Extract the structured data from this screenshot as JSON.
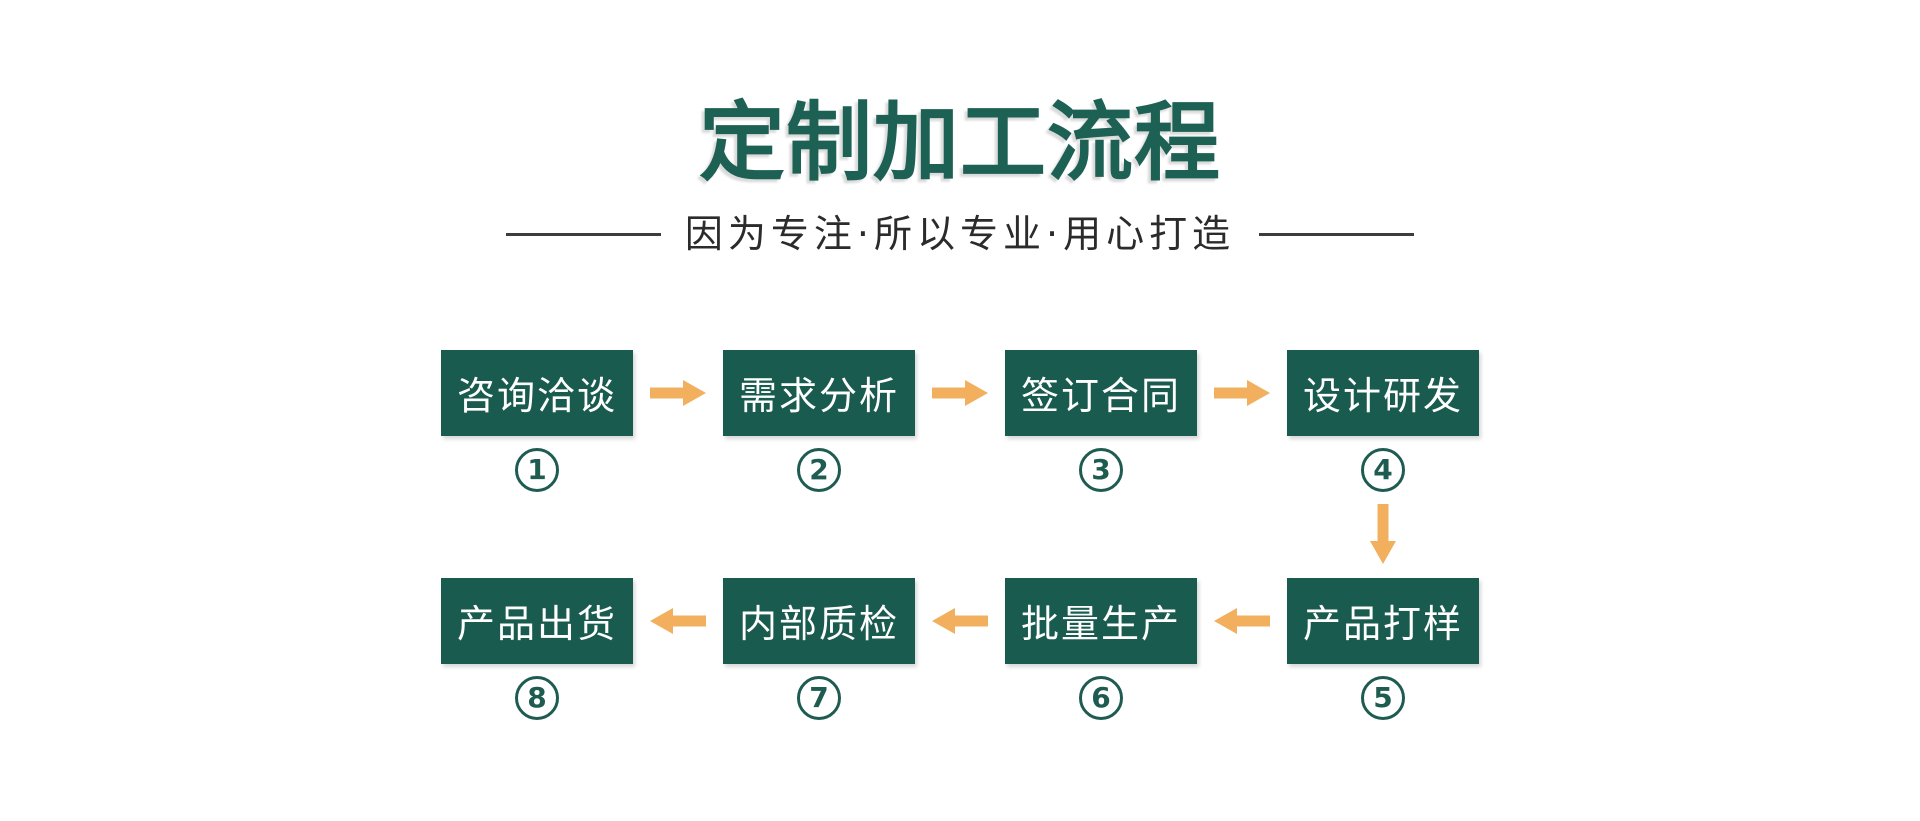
{
  "header": {
    "title": "定制加工流程",
    "subtitle": "因为专注·所以专业·用心打造"
  },
  "colors": {
    "title_green": "#1D6054",
    "box_green": "#1A5B4F",
    "circle_green": "#1E5B50",
    "arrow_orange": "#F2B05E",
    "subtitle_text": "#2B2B2B",
    "rule_gray": "#3D3D3D",
    "page_bg": "#FFFFFF"
  },
  "flow": {
    "rows": [
      {
        "direction": "right",
        "steps": [
          {
            "label": "咨询洽谈",
            "number": "1"
          },
          {
            "label": "需求分析",
            "number": "2"
          },
          {
            "label": "签订合同",
            "number": "3"
          },
          {
            "label": "设计研发",
            "number": "4"
          }
        ]
      },
      {
        "direction": "left",
        "steps": [
          {
            "label": "产品出货",
            "number": "8"
          },
          {
            "label": "内部质检",
            "number": "7"
          },
          {
            "label": "批量生产",
            "number": "6"
          },
          {
            "label": "产品打样",
            "number": "5"
          }
        ]
      }
    ]
  }
}
